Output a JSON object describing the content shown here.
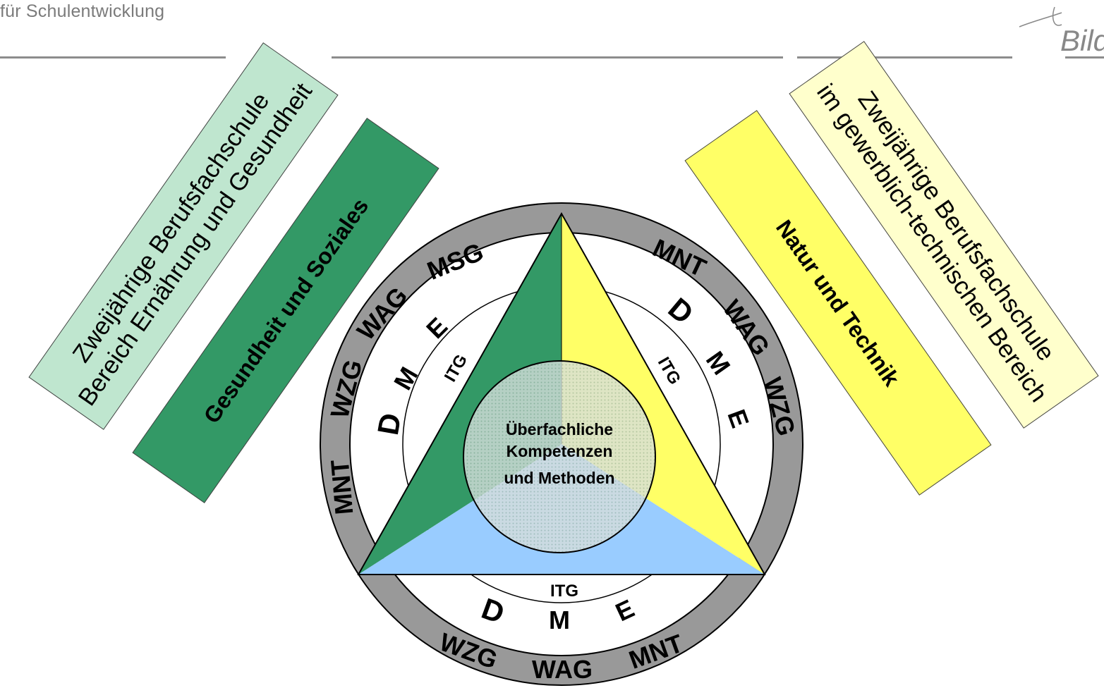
{
  "header": {
    "org_text": "für Schulentwicklung",
    "logo_text": "Bild"
  },
  "colors": {
    "green": "#339966",
    "light_green": "#bfe6cf",
    "yellow": "#ffff66",
    "light_yellow": "#ffffcc",
    "blue": "#99ccff",
    "ring_gray": "#999999"
  },
  "left_panels": {
    "outer": "Zweijährige Berufsfachschule\nBereich Ernährung und Gesundheit",
    "inner": "Gesundheit und Soziales"
  },
  "right_panels": {
    "outer": "Zweijährige Berufsfachschule\nim gewerblich-technischen Bereich",
    "inner": "Natur und Technik"
  },
  "center": {
    "line1": "Überfachliche",
    "line2": "Kompetenzen",
    "line3": "und Methoden"
  },
  "ring_labels": {
    "left_outer": [
      "MNT",
      "WZG",
      "WAG",
      "MSG"
    ],
    "left_inner": [
      "D",
      "M",
      "E"
    ],
    "left_itg": "ITG",
    "right_outer": [
      "MNT",
      "WAG",
      "WZG"
    ],
    "right_inner": [
      "D",
      "M",
      "E"
    ],
    "right_itg": "ITG",
    "bottom_outer": [
      "WZG",
      "WAG",
      "MNT"
    ],
    "bottom_inner": [
      "D",
      "M",
      "E"
    ],
    "bottom_itg": "ITG"
  }
}
